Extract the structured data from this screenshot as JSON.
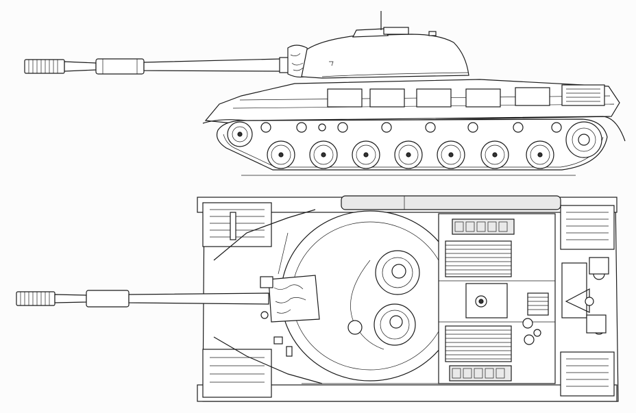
{
  "drawing": {
    "views": [
      "side-elevation",
      "top-plan"
    ],
    "colors": {
      "ink": "#1a1a1a",
      "paper": "#fcfcfc"
    }
  },
  "side_view": {
    "road_wheels": 7,
    "return_rollers": 9
  },
  "top_view": {
    "hatches": 2,
    "engine_grilles": 2
  }
}
